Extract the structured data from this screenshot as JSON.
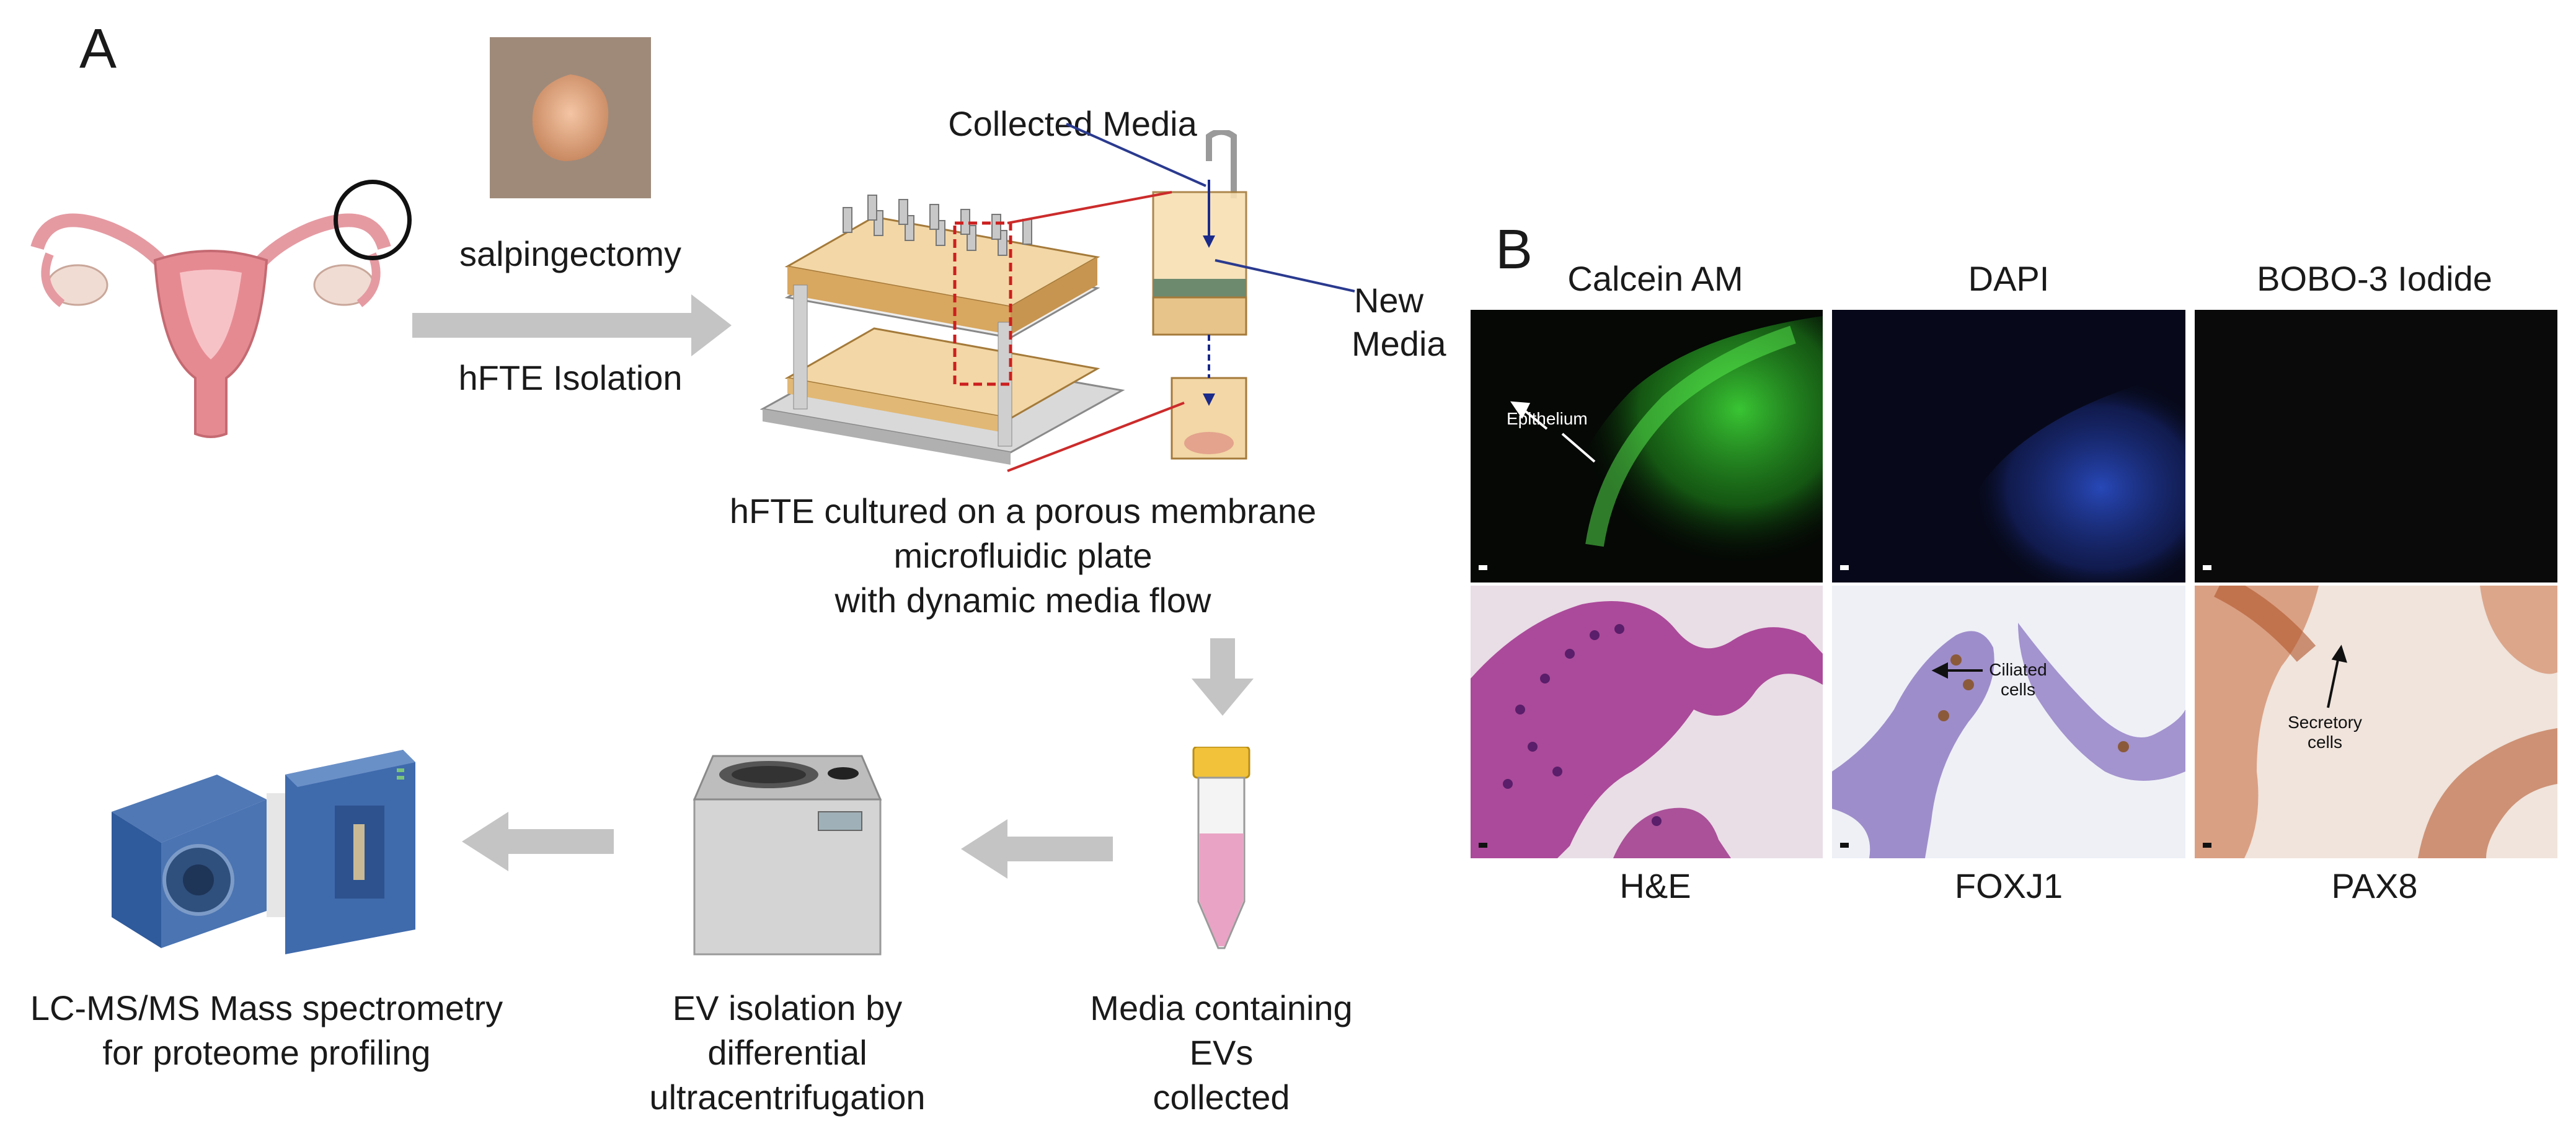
{
  "panel_a": {
    "letter": "A",
    "salpingectomy": "salpingectomy",
    "isolation": "hFTE Isolation",
    "collected_media": "Collected Media",
    "new_media_1": "New",
    "new_media_2": "Media",
    "culture_1": "hFTE cultured on a porous membrane",
    "culture_2": "microfluidic plate",
    "culture_3": "with dynamic media flow",
    "tube_1": "Media containing",
    "tube_2": "EVs",
    "tube_3": "collected",
    "ev_1": "EV isolation by",
    "ev_2": "differential",
    "ev_3": "ultracentrifugation",
    "ms_1": "LC-MS/MS Mass spectrometry",
    "ms_2": "for proteome profiling"
  },
  "panel_b": {
    "letter": "B",
    "col_top": [
      "Calcein AM",
      "DAPI",
      "BOBO-3 Iodide"
    ],
    "col_bottom": [
      "H&E",
      "FOXJ1",
      "PAX8"
    ],
    "epithelium": "Epithelium",
    "ciliated_1": "Ciliated",
    "ciliated_2": "cells",
    "secretory_1": "Secretory",
    "secretory_2": "cells"
  },
  "colors": {
    "arrow_gray": "#c4c4c4",
    "calcein_green": "#39c733",
    "dapi_blue": "#2b4fc9",
    "he_purple": "#a0308c",
    "red_dashed": "#cc1f1f"
  }
}
